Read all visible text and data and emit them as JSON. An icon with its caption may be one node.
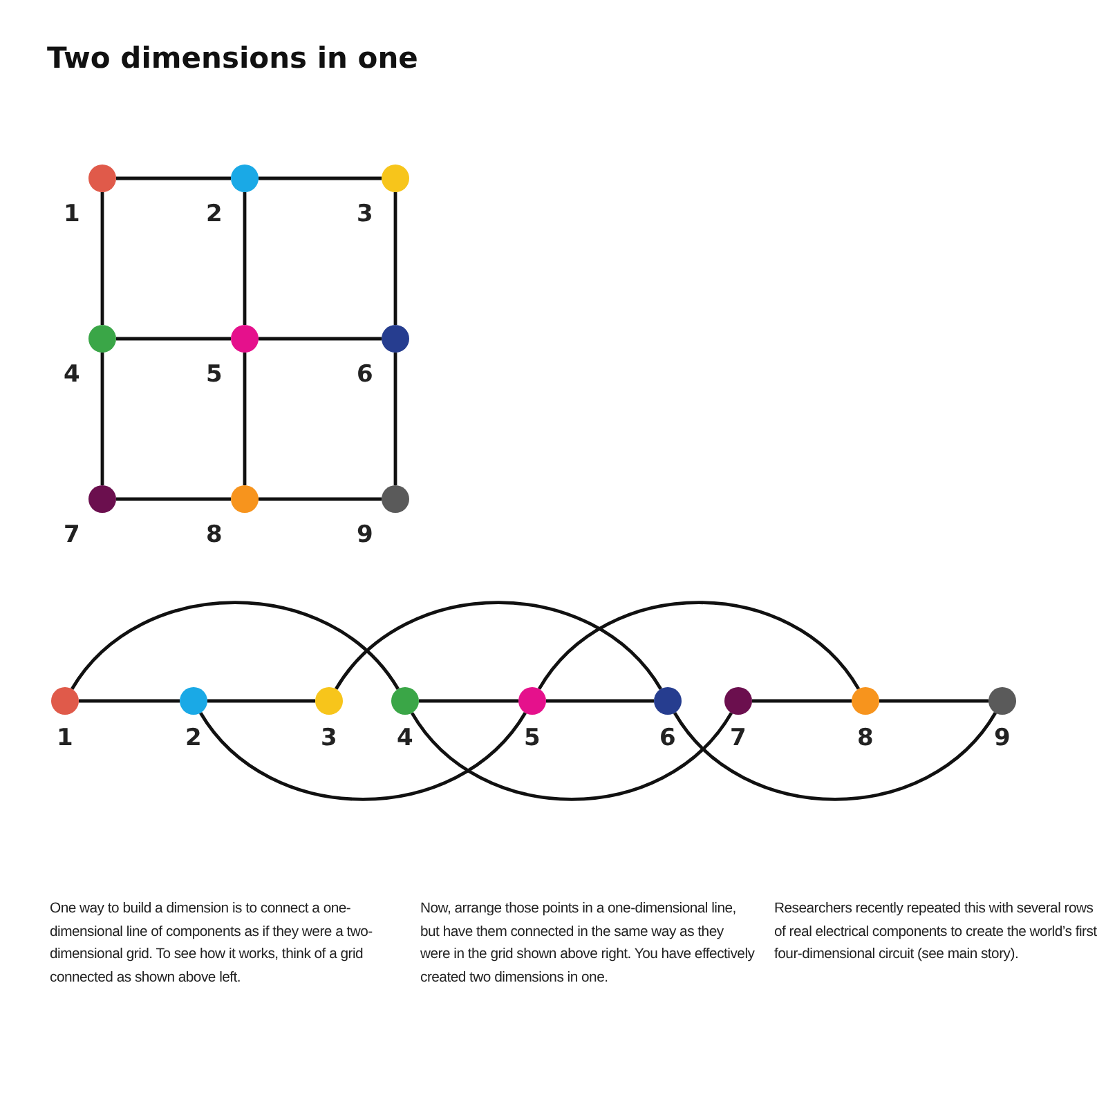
{
  "diagram": {
    "title": "Two dimensions in one",
    "nodes": [
      {
        "text": [],
        "shape": "circle",
        "beside": [
          "1"
        ]
      },
      {
        "text": [],
        "shape": "circle",
        "beside": [
          "2"
        ]
      },
      {
        "text": [],
        "shape": "circle",
        "beside": [
          "3"
        ]
      },
      {
        "text": [],
        "shape": "circle",
        "beside": [
          "4"
        ]
      },
      {
        "text": [],
        "shape": "circle",
        "beside": [
          "5"
        ]
      },
      {
        "text": [],
        "shape": "circle",
        "beside": [
          "6"
        ]
      },
      {
        "text": [],
        "shape": "circle",
        "beside": [
          "7"
        ]
      },
      {
        "text": [],
        "shape": "circle",
        "beside": [
          "8"
        ]
      },
      {
        "text": [],
        "shape": "circle",
        "beside": [
          "9"
        ]
      },
      {
        "text": [],
        "shape": "circle",
        "beside": [
          "1"
        ]
      },
      {
        "text": [],
        "shape": "circle",
        "beside": [
          "2"
        ]
      },
      {
        "text": [],
        "shape": "circle",
        "beside": [
          "3"
        ]
      },
      {
        "text": [],
        "shape": "circle",
        "beside": [
          "4"
        ]
      },
      {
        "text": [],
        "shape": "circle",
        "beside": [
          "5"
        ]
      },
      {
        "text": [],
        "shape": "circle",
        "beside": [
          "6"
        ]
      },
      {
        "text": [],
        "shape": "circle",
        "beside": [
          "7"
        ]
      },
      {
        "text": [],
        "shape": "circle",
        "beside": [
          "8"
        ]
      },
      {
        "text": [],
        "shape": "circle",
        "beside": [
          "9"
        ]
      }
    ],
    "edges": [
      {
        "from": 0,
        "to": 1,
        "arrow": "none"
      },
      {
        "from": 1,
        "to": 2,
        "arrow": "none"
      },
      {
        "from": 0,
        "to": 3,
        "arrow": "none"
      },
      {
        "from": 1,
        "to": 4,
        "arrow": "none"
      },
      {
        "from": 2,
        "to": 5,
        "arrow": "none"
      },
      {
        "from": 3,
        "to": 4,
        "arrow": "none"
      },
      {
        "from": 4,
        "to": 5,
        "arrow": "none"
      },
      {
        "from": 3,
        "to": 6,
        "arrow": "none"
      },
      {
        "from": 4,
        "to": 7,
        "arrow": "none"
      },
      {
        "from": 5,
        "to": 8,
        "arrow": "none"
      },
      {
        "from": 6,
        "to": 7,
        "arrow": "none"
      },
      {
        "from": 7,
        "to": 8,
        "arrow": "none"
      },
      {
        "from": 9,
        "to": 10,
        "arrow": "none"
      },
      {
        "from": 10,
        "to": 11,
        "arrow": "none"
      },
      {
        "from": 12,
        "to": 13,
        "arrow": "none"
      },
      {
        "from": 13,
        "to": 14,
        "arrow": "none"
      },
      {
        "from": 15,
        "to": 16,
        "arrow": "none"
      },
      {
        "from": 16,
        "to": 17,
        "arrow": "none"
      },
      {
        "from": 9,
        "to": 12,
        "arrow": "none"
      },
      {
        "from": 11,
        "to": 14,
        "arrow": "none"
      },
      {
        "from": 13,
        "to": 16,
        "arrow": "none"
      },
      {
        "from": 10,
        "to": 13,
        "arrow": "none"
      },
      {
        "from": 12,
        "to": 15,
        "arrow": "none"
      },
      {
        "from": 14,
        "to": 17,
        "arrow": "none"
      }
    ],
    "labels": [
      "One way to build a dimension is to connect a one-dimensional line of components as if they were a two-dimensional grid. To see how it works, think of a grid connected as shown above left.",
      "Now, arrange those points in a one-dimensional line, but have them connected in the same way as they were in the grid shown above right. You have effectively created two dimensions in one.",
      "Researchers recently repeated this with several rows of real electrical components to create the world’s first four-dimensional circuit (see main story)."
    ]
  }
}
